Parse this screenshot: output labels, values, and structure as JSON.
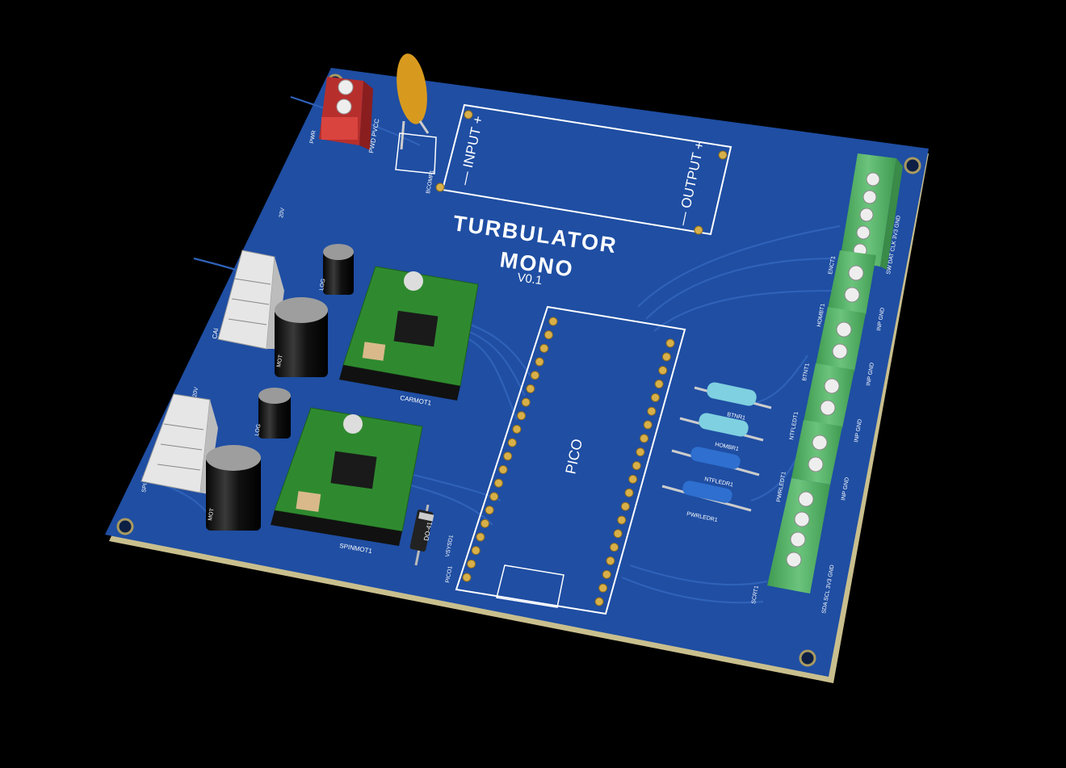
{
  "board": {
    "title": "TURBULATOR",
    "subtitle": "MONO",
    "version": "V0.1",
    "colors": {
      "pcb": "#1f4ea3",
      "pcb_edge": "#c9bf8e",
      "background": "#000000",
      "silkscreen": "#ffffff",
      "driver_board": "#2f8a2f",
      "terminal_block": "#58b86a",
      "power_terminal": "#d9443f",
      "varistor": "#d89a1e"
    }
  },
  "labels": {
    "pwr": "PWR",
    "pwr_pins": "PWD PVCC",
    "bcomp": "BCOMP1",
    "input": "— INPUT +",
    "output": "— OUTPUT +",
    "v20_top": "20V",
    "v20_bottom": "20V",
    "logic_top": "LOG",
    "logic_bottom": "LOG",
    "car": "CAI",
    "mot_top": "MOT",
    "mot_bottom": "MOT",
    "spi": "SPI",
    "carmot": "CARMOT1",
    "spinmot": "SPINMOT1",
    "pico": "PICO",
    "pico1": "PICO1",
    "vsysd": "VSYSD1",
    "diode": "DO-41",
    "btnr": "BTNR1",
    "homr": "HOMBR1",
    "ntfledr": "NTFLEDR1",
    "pwrledr": "PWRLEDR1",
    "enct": "ENCT1",
    "enct_pins": "SW  DAT  CLK  3V3  GND",
    "hombt": "HOMBT1",
    "hombt_pins": "INP  GND",
    "btnt": "BTNT1",
    "btnt_pins": "INP  GND",
    "ntfledt": "NTFLEDT1",
    "ntfledt_pins": "INP  GND",
    "pwrledt": "PWRLEDT1",
    "pwrledt_pins": "INP  GND",
    "scrt": "SCRT1",
    "scrt_pins": "SDA  SCL  3V3  GND"
  }
}
